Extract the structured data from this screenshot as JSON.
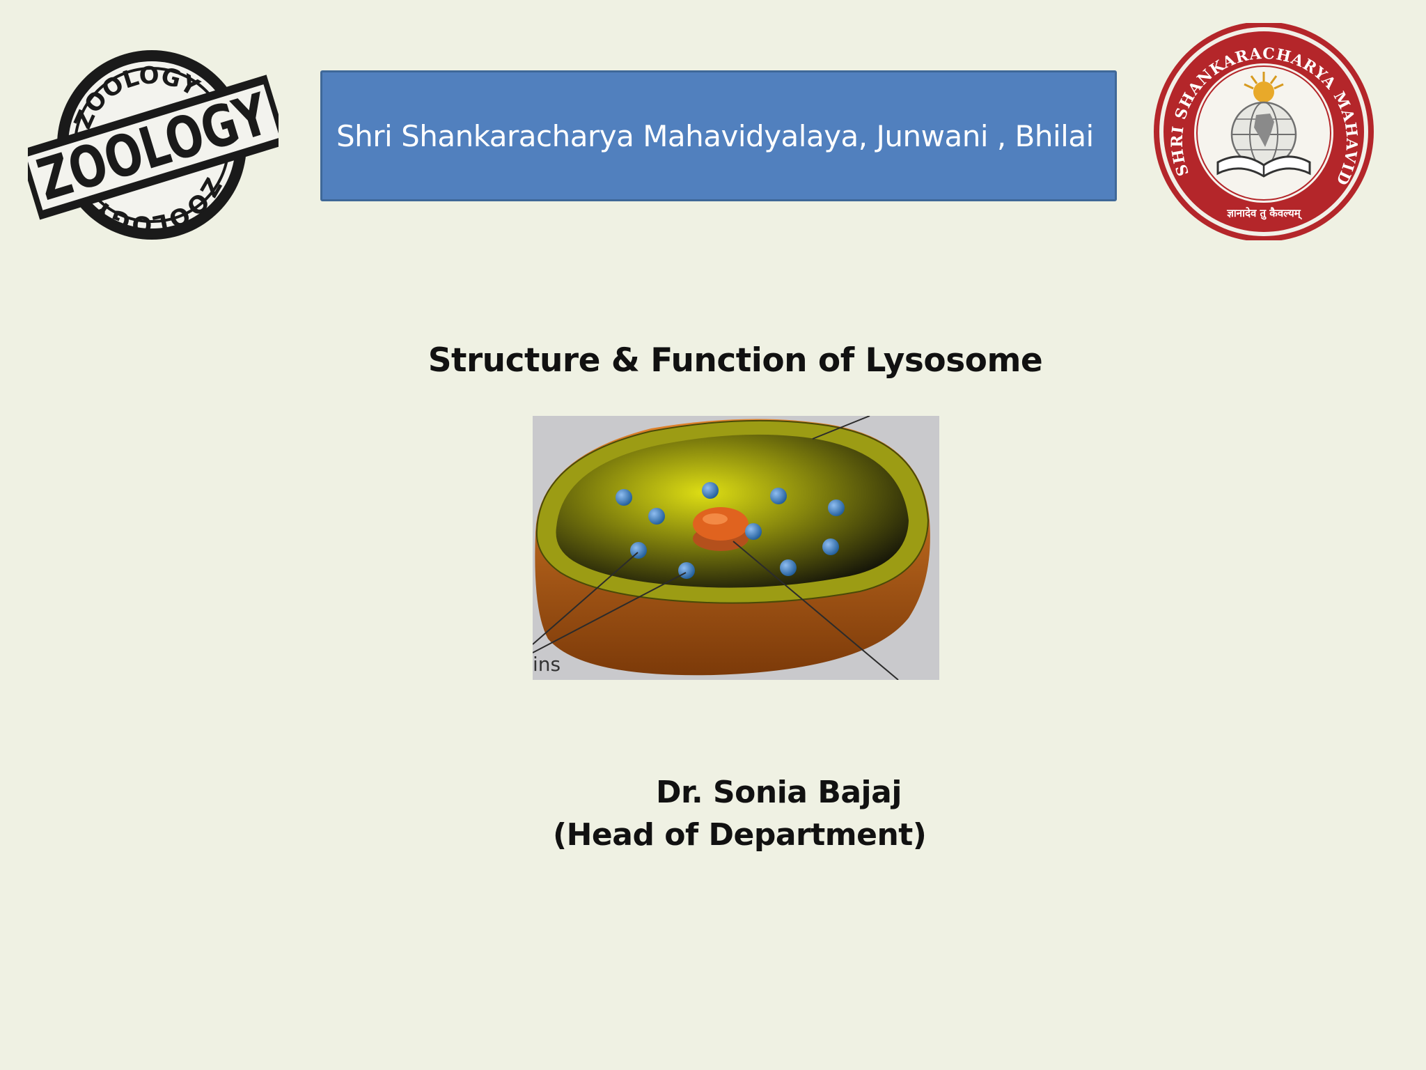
{
  "header": {
    "title": "Shri Shankaracharya Mahavidyalaya, Junwani , Bhilai"
  },
  "logos": {
    "zoology": {
      "icon": "zoology-stamp-icon",
      "text": "ZOOLOGY"
    },
    "college": {
      "icon": "college-emblem-icon",
      "ring_text": "SHRI SHANKARACHARYA MAHAVIDYALAYA",
      "motto": "ज्ञानादेव तु कैवल्यम्"
    }
  },
  "slide": {
    "title": "Structure & Function of Lysosome"
  },
  "diagram": {
    "partial_label": "ins"
  },
  "author": {
    "name": "Dr. Sonia Bajaj",
    "role": "(Head of Department)"
  },
  "colors": {
    "background": "#eff1e3",
    "header_fill": "#5180be",
    "header_border": "#3f6898",
    "emblem_red": "#b4262a"
  }
}
